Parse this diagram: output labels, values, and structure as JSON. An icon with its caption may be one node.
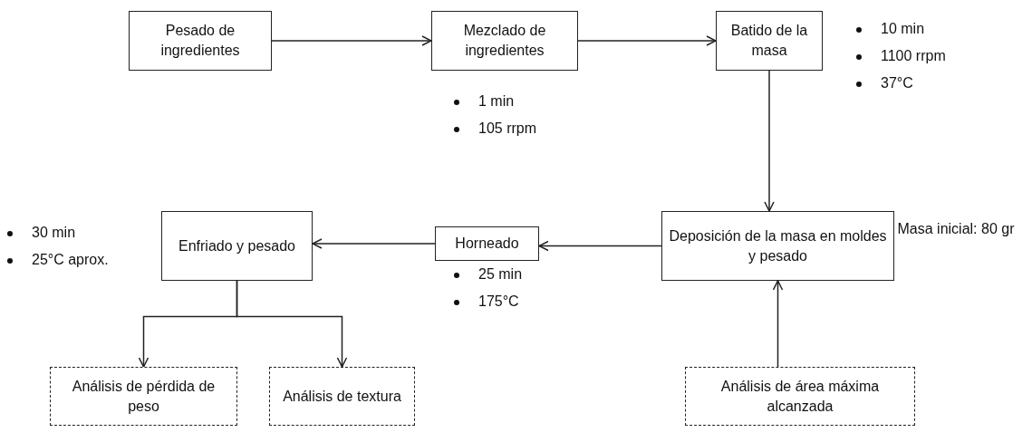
{
  "diagram": {
    "nodes": [
      {
        "text": [
          "Pesado de ingredientes"
        ]
      },
      {
        "text": [
          "Mezclado de ingredientes"
        ],
        "beside": [
          "1 min",
          "105 rrpm"
        ]
      },
      {
        "text": [
          "Batido de la masa"
        ],
        "beside": [
          "10 min",
          "1100 rrpm",
          "37°C"
        ]
      },
      {
        "text": [
          "Deposición de la masa en moldes y pesado"
        ],
        "beside": [
          "Masa inicial: 80 gr"
        ]
      },
      {
        "text": [
          "Horneado"
        ],
        "beside": [
          "25 min",
          "175°C"
        ]
      },
      {
        "text": [
          "Enfriado y pesado"
        ],
        "beside": [
          "30 min",
          "25°C aprox."
        ]
      },
      {
        "text": [
          "Análisis de pérdida de peso"
        ]
      },
      {
        "text": [
          "Análisis de textura"
        ]
      },
      {
        "text": [
          "Análisis de área máxima alcanzada"
        ]
      }
    ],
    "edges": [
      {
        "from": 0,
        "to": 1,
        "arrow": "to"
      },
      {
        "from": 1,
        "to": 2,
        "arrow": "to"
      },
      {
        "from": 2,
        "to": 3,
        "arrow": "to"
      },
      {
        "from": 3,
        "to": 4,
        "arrow": "to"
      },
      {
        "from": 4,
        "to": 5,
        "arrow": "to"
      },
      {
        "from": 5,
        "to": 6,
        "arrow": "to"
      },
      {
        "from": 5,
        "to": 7,
        "arrow": "to"
      },
      {
        "from": 8,
        "to": 3,
        "arrow": "to"
      }
    ]
  }
}
